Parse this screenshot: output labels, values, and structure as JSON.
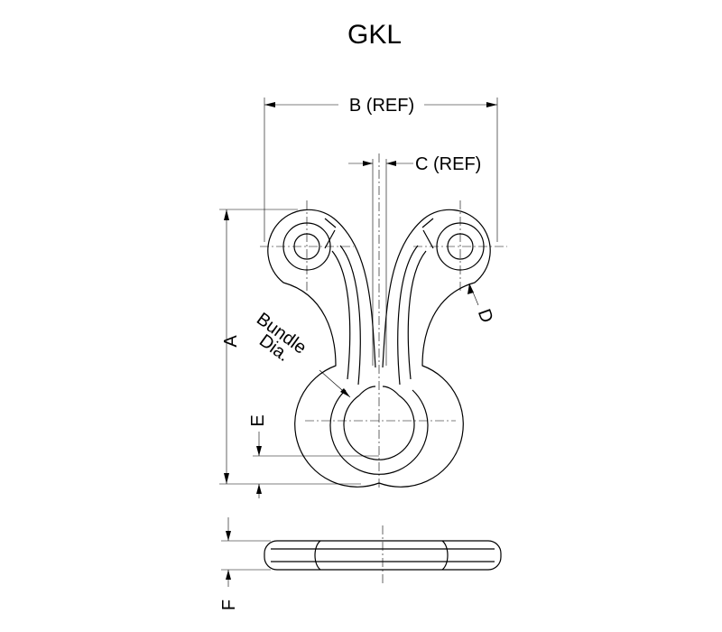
{
  "title": "GKL",
  "labels": {
    "a": "A",
    "b": "B (REF)",
    "c": "C (REF)",
    "d": "D",
    "e": "E",
    "f": "F",
    "bundle_line1": "Bundle",
    "bundle_line2": "Dia."
  }
}
